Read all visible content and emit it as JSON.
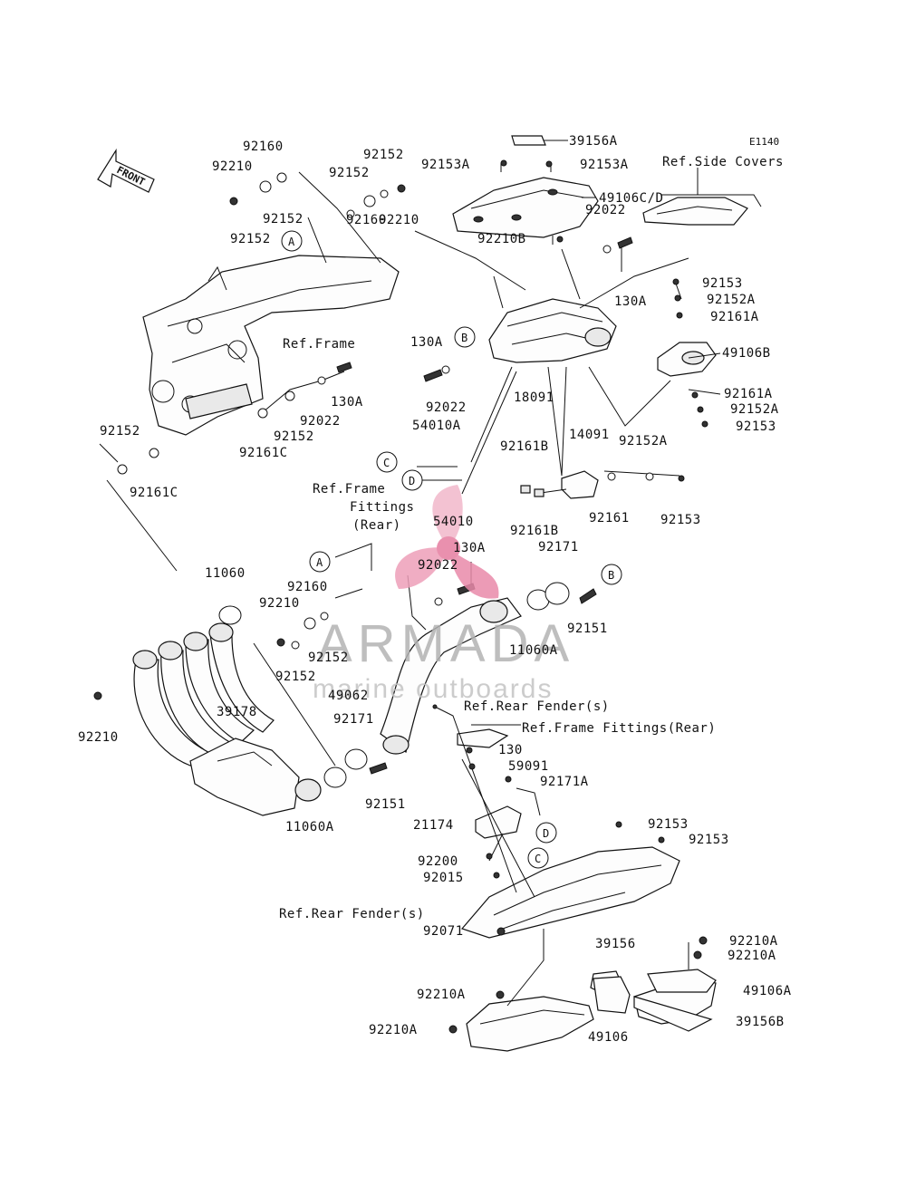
{
  "diagram": {
    "code": "E1140",
    "front_label": "FRONT",
    "watermark": {
      "brand": "ARMADA",
      "tagline": "marine outboards"
    },
    "labels": [
      {
        "id": "l1",
        "text": "39156A"
      },
      {
        "id": "l2",
        "text": "92153A"
      },
      {
        "id": "l3",
        "text": "92153A"
      },
      {
        "id": "l4",
        "text": "Ref.Side Covers"
      },
      {
        "id": "l5",
        "text": "49106C/D"
      },
      {
        "id": "l6",
        "text": "92160"
      },
      {
        "id": "l7",
        "text": "92210"
      },
      {
        "id": "l8",
        "text": "92152"
      },
      {
        "id": "l9",
        "text": "92152"
      },
      {
        "id": "l10",
        "text": "92152"
      },
      {
        "id": "l11",
        "text": "92152"
      },
      {
        "id": "l12",
        "text": "92160"
      },
      {
        "id": "l13",
        "text": "92210"
      },
      {
        "id": "l14",
        "text": "92022"
      },
      {
        "id": "l15",
        "text": "92210B"
      },
      {
        "id": "l16",
        "text": "130A"
      },
      {
        "id": "l17",
        "text": "92153"
      },
      {
        "id": "l18",
        "text": "92152A"
      },
      {
        "id": "l19",
        "text": "92161A"
      },
      {
        "id": "l20",
        "text": "Ref.Frame"
      },
      {
        "id": "l21",
        "text": "130A"
      },
      {
        "id": "l22",
        "text": "49106B"
      },
      {
        "id": "l23",
        "text": "130A"
      },
      {
        "id": "l24",
        "text": "92022"
      },
      {
        "id": "l25",
        "text": "92152"
      },
      {
        "id": "l26",
        "text": "92161C"
      },
      {
        "id": "l27",
        "text": "92022"
      },
      {
        "id": "l28",
        "text": "18091"
      },
      {
        "id": "l29",
        "text": "92161A"
      },
      {
        "id": "l30",
        "text": "92152A"
      },
      {
        "id": "l31",
        "text": "92153"
      },
      {
        "id": "l32",
        "text": "92152"
      },
      {
        "id": "l33",
        "text": "92161C"
      },
      {
        "id": "l34",
        "text": "54010A"
      },
      {
        "id": "l35",
        "text": "14091"
      },
      {
        "id": "l36",
        "text": "92152A"
      },
      {
        "id": "l37",
        "text": "92161B"
      },
      {
        "id": "l38",
        "text": "Ref.Frame"
      },
      {
        "id": "l39",
        "text": "Fittings"
      },
      {
        "id": "l40",
        "text": "(Rear)"
      },
      {
        "id": "l41",
        "text": "54010"
      },
      {
        "id": "l42",
        "text": "92161B"
      },
      {
        "id": "l43",
        "text": "92161"
      },
      {
        "id": "l44",
        "text": "92153"
      },
      {
        "id": "l45",
        "text": "92171"
      },
      {
        "id": "l46",
        "text": "130A"
      },
      {
        "id": "l47",
        "text": "11060"
      },
      {
        "id": "l48",
        "text": "92160"
      },
      {
        "id": "l49",
        "text": "92022"
      },
      {
        "id": "l50",
        "text": "92210"
      },
      {
        "id": "l51",
        "text": "92151"
      },
      {
        "id": "l52",
        "text": "92152"
      },
      {
        "id": "l53",
        "text": "11060A"
      },
      {
        "id": "l54",
        "text": "92152"
      },
      {
        "id": "l55",
        "text": "49062"
      },
      {
        "id": "l56",
        "text": "Ref.Rear Fender(s)"
      },
      {
        "id": "l57",
        "text": "92210"
      },
      {
        "id": "l58",
        "text": "39178"
      },
      {
        "id": "l59",
        "text": "Ref.Frame Fittings(Rear)"
      },
      {
        "id": "l60",
        "text": "92171"
      },
      {
        "id": "l61",
        "text": "130"
      },
      {
        "id": "l62",
        "text": "59091"
      },
      {
        "id": "l63",
        "text": "92171A"
      },
      {
        "id": "l64",
        "text": "92151"
      },
      {
        "id": "l65",
        "text": "11060A"
      },
      {
        "id": "l66",
        "text": "21174"
      },
      {
        "id": "l67",
        "text": "92153"
      },
      {
        "id": "l68",
        "text": "92153"
      },
      {
        "id": "l69",
        "text": "92200"
      },
      {
        "id": "l70",
        "text": "92015"
      },
      {
        "id": "l71",
        "text": "Ref.Rear Fender(s)"
      },
      {
        "id": "l72",
        "text": "92071"
      },
      {
        "id": "l73",
        "text": "39156"
      },
      {
        "id": "l74",
        "text": "92210A"
      },
      {
        "id": "l75",
        "text": "92210A"
      },
      {
        "id": "l76",
        "text": "49106A"
      },
      {
        "id": "l77",
        "text": "92210A"
      },
      {
        "id": "l78",
        "text": "39156B"
      },
      {
        "id": "l79",
        "text": "92210A"
      },
      {
        "id": "l80",
        "text": "49106"
      }
    ],
    "callouts": [
      {
        "id": "cA1",
        "text": "A"
      },
      {
        "id": "cB1",
        "text": "B"
      },
      {
        "id": "cC1",
        "text": "C"
      },
      {
        "id": "cD1",
        "text": "D"
      },
      {
        "id": "cA2",
        "text": "A"
      },
      {
        "id": "cB2",
        "text": "B"
      },
      {
        "id": "cD2",
        "text": "D"
      },
      {
        "id": "cC2",
        "text": "C"
      }
    ]
  }
}
